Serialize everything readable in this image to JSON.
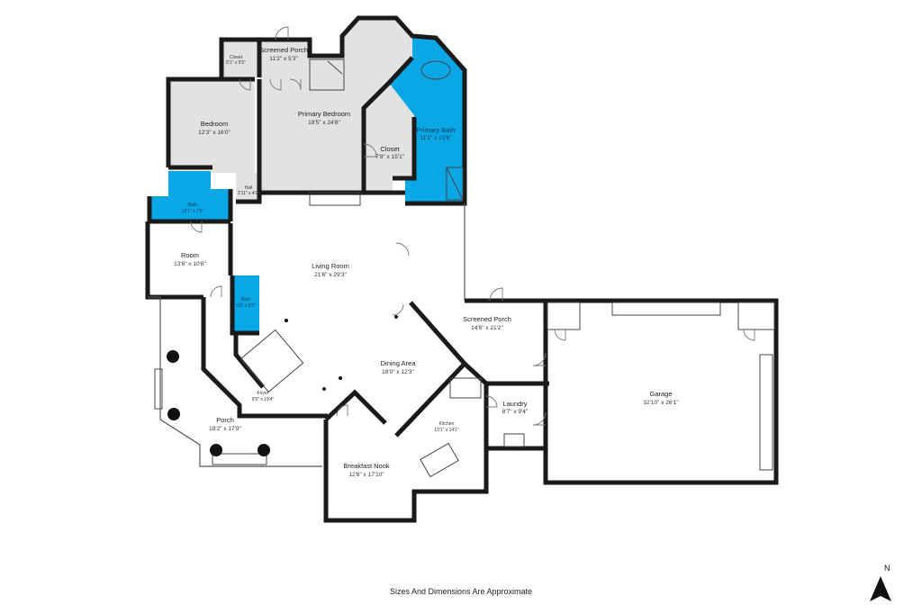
{
  "rooms": {
    "closet_small": {
      "name": "Closet",
      "dims": "5'1\" x 5'5\""
    },
    "screened_porch_top": {
      "name": "Screened Porch",
      "dims": "11'2\" x 5'3\""
    },
    "bedroom": {
      "name": "Bedroom",
      "dims": "12'3\" x 16'0\""
    },
    "primary_bedroom": {
      "name": "Primary Bedroom",
      "dims": "18'5\" x 24'8\""
    },
    "closet": {
      "name": "Closet",
      "dims": "7'8\" x 15'1\""
    },
    "primary_bath": {
      "name": "Primary Bath",
      "dims": "11'2\" x 23'6\""
    },
    "hall": {
      "name": "Hall",
      "dims": "3'11\" x 4'0\""
    },
    "bath_upper": {
      "name": "Bath",
      "dims": "12'1\" x 7'6\""
    },
    "room": {
      "name": "Room",
      "dims": "13'6\" x 10'6\""
    },
    "living_room": {
      "name": "Living Room",
      "dims": "21'6\" x 29'3\""
    },
    "bath_lower": {
      "name": "Bath",
      "dims": "5'0\" x 8'0\""
    },
    "screened_porch": {
      "name": "Screened Porch",
      "dims": "14'6\" x 21'2\""
    },
    "garage": {
      "name": "Garage",
      "dims": "32'10\" x 26'1\""
    },
    "dining_area": {
      "name": "Dining Area",
      "dims": "18'0\" x 12'3\""
    },
    "laundry": {
      "name": "Laundry",
      "dims": "8'7\" x 9'4\""
    },
    "foyer": {
      "name": "Foyer",
      "dims": "9'9\" x 19'4\""
    },
    "kitchen": {
      "name": "Kitchen",
      "dims": "13'1\" x 14'1\""
    },
    "porch": {
      "name": "Porch",
      "dims": "18'2\" x 17'9\""
    },
    "breakfast_nook": {
      "name": "Breakfast Nook",
      "dims": "12'6\" x 17'10\""
    }
  },
  "footer_note": "Sizes And Dimensions Are Approximate",
  "compass": {
    "label": "N",
    "icon": "north-arrow-icon"
  },
  "colors": {
    "bath": "#0aa7e6",
    "bedroom": "#e2e2e2",
    "wall": "#1a1a1a"
  }
}
